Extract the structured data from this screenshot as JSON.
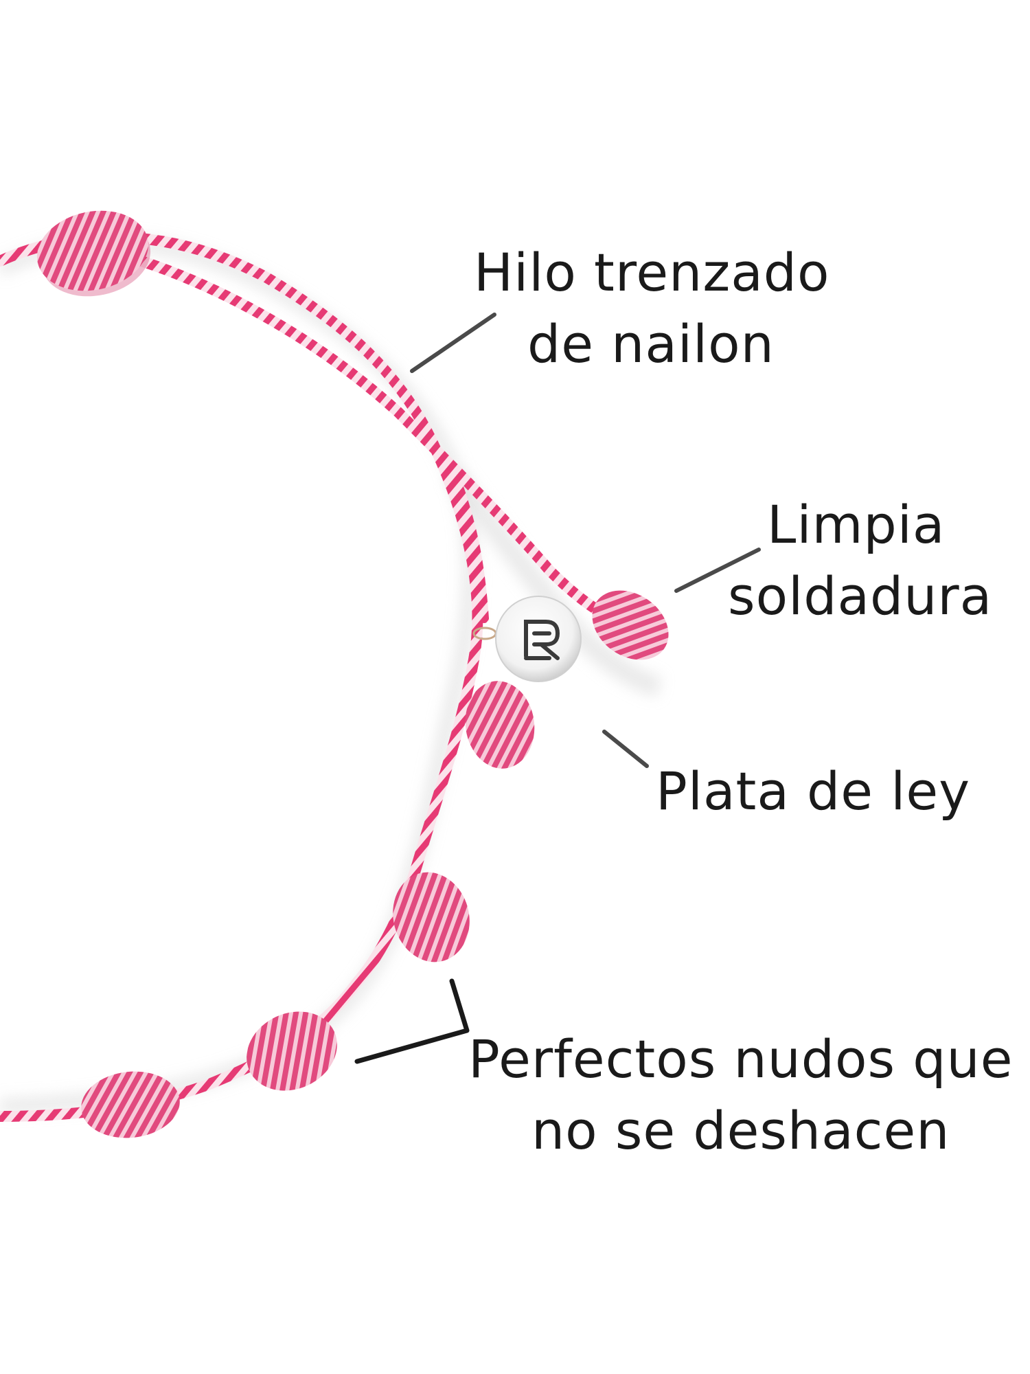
{
  "image": {
    "subject": "pink-and-white braided string bracelet with knots and round charm",
    "background": "#ffffff"
  },
  "colors": {
    "cord_pink": "#e63a74",
    "cord_white": "#fbe2ea",
    "knot_pink": "#e14a7e",
    "leader_line": "#4a4a4a",
    "text": "#1a1a1a"
  },
  "icons": {
    "charm": "monogram-charm"
  },
  "callouts": [
    {
      "id": "thread",
      "lines": [
        "Hilo trenzado",
        "de nailon"
      ]
    },
    {
      "id": "clean",
      "lines": [
        "Limpia",
        "soldadura"
      ]
    },
    {
      "id": "silver",
      "lines": [
        "Plata de ley"
      ]
    },
    {
      "id": "knots",
      "lines": [
        "Perfectos nudos que",
        "no se deshacen"
      ]
    }
  ]
}
